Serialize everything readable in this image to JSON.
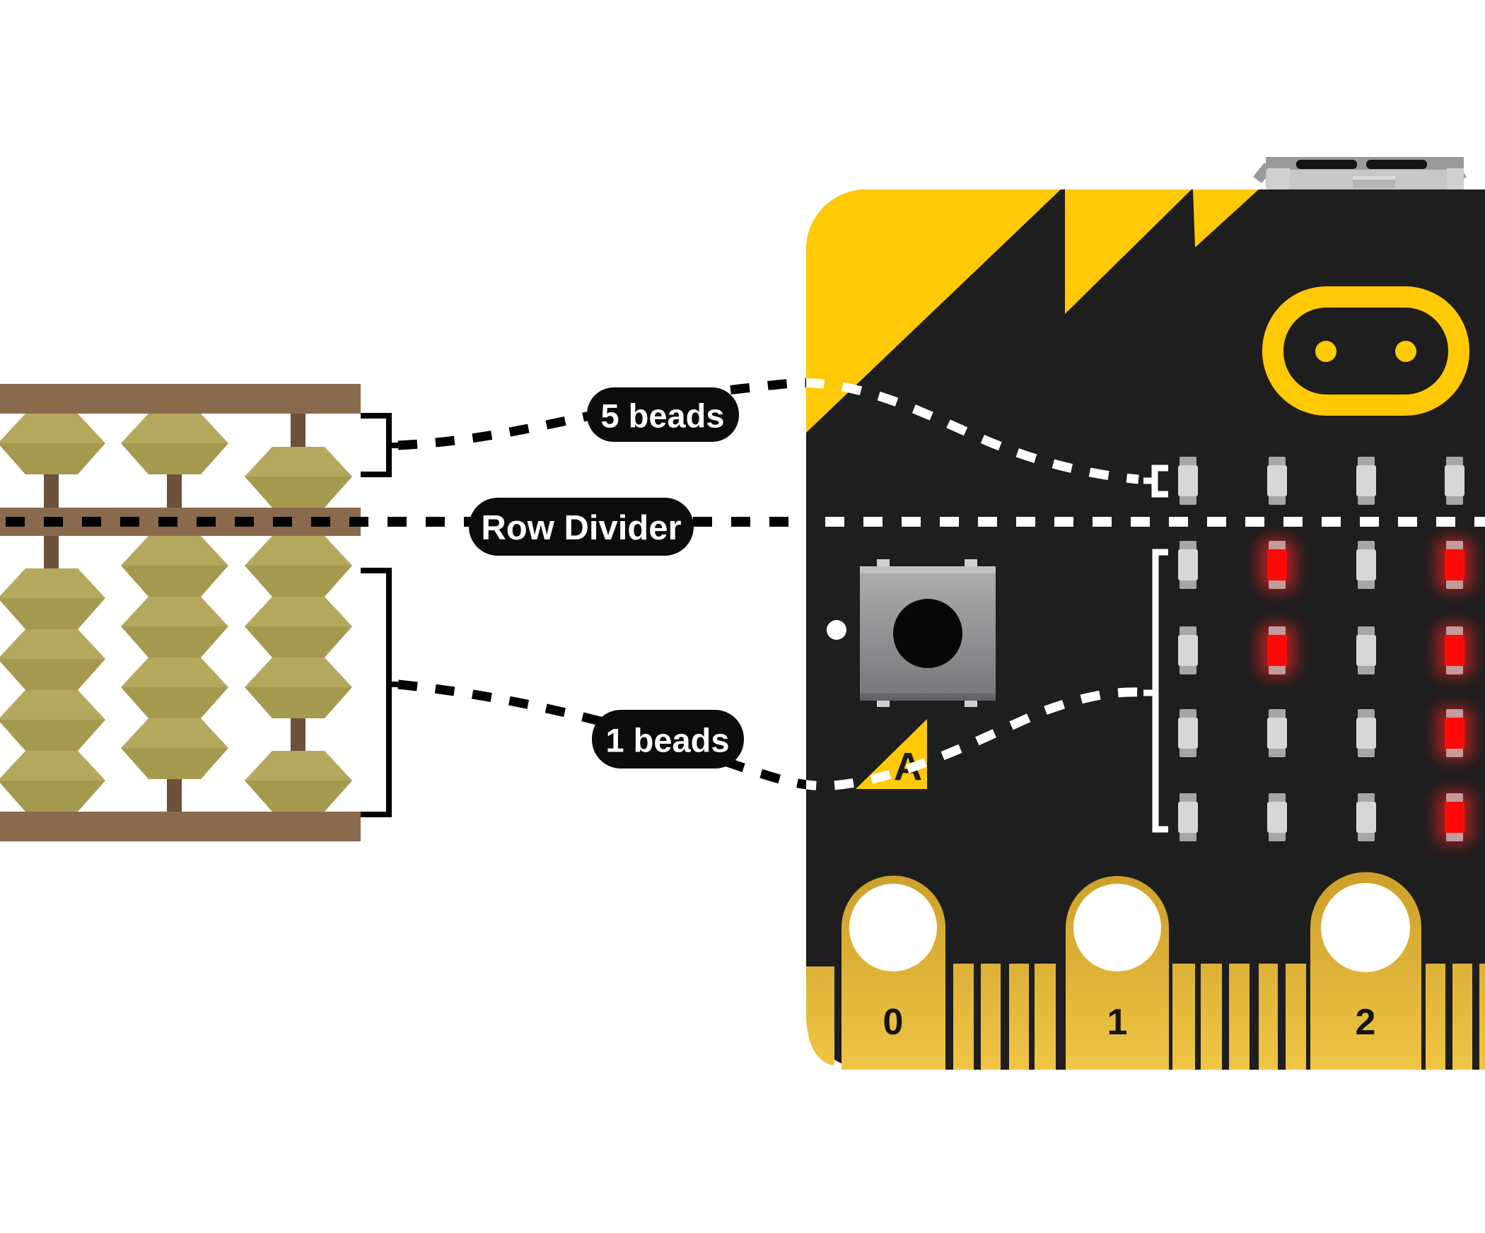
{
  "scene": {
    "background": "#ffffff",
    "description": "Abacus rows compared to micro:bit LED matrix"
  },
  "labels": {
    "five_beads": "5 beads",
    "row_divider": "Row Divider",
    "one_beads": "1 beads"
  },
  "abacus": {
    "columns": [
      {
        "heaven": "up",
        "earth_up": 0,
        "earth_down": 4
      },
      {
        "heaven": "up",
        "earth_up": 4,
        "earth_down": 0
      },
      {
        "heaven": "down",
        "earth_up": 3,
        "earth_down": 1
      }
    ],
    "colors": {
      "frame": "#8A6A4D",
      "rod": "#6C513B",
      "bead_light": "#B4A85E",
      "bead_dark": "#A5994F"
    }
  },
  "microbit": {
    "button_label": "A",
    "pin_labels": [
      "0",
      "1",
      "2"
    ],
    "led_matrix": [
      [
        0,
        0,
        0,
        0
      ],
      [
        0,
        1,
        0,
        1
      ],
      [
        0,
        1,
        0,
        1
      ],
      [
        0,
        0,
        0,
        1
      ],
      [
        0,
        0,
        0,
        1
      ]
    ],
    "colors": {
      "board": "#1E1E1F",
      "accent_yellow": "#FFC905",
      "led_on": "#FF0909",
      "led_off": "#D7D7D7",
      "gold_dark": "#CDA02A",
      "gold_light": "#F0C545"
    }
  }
}
